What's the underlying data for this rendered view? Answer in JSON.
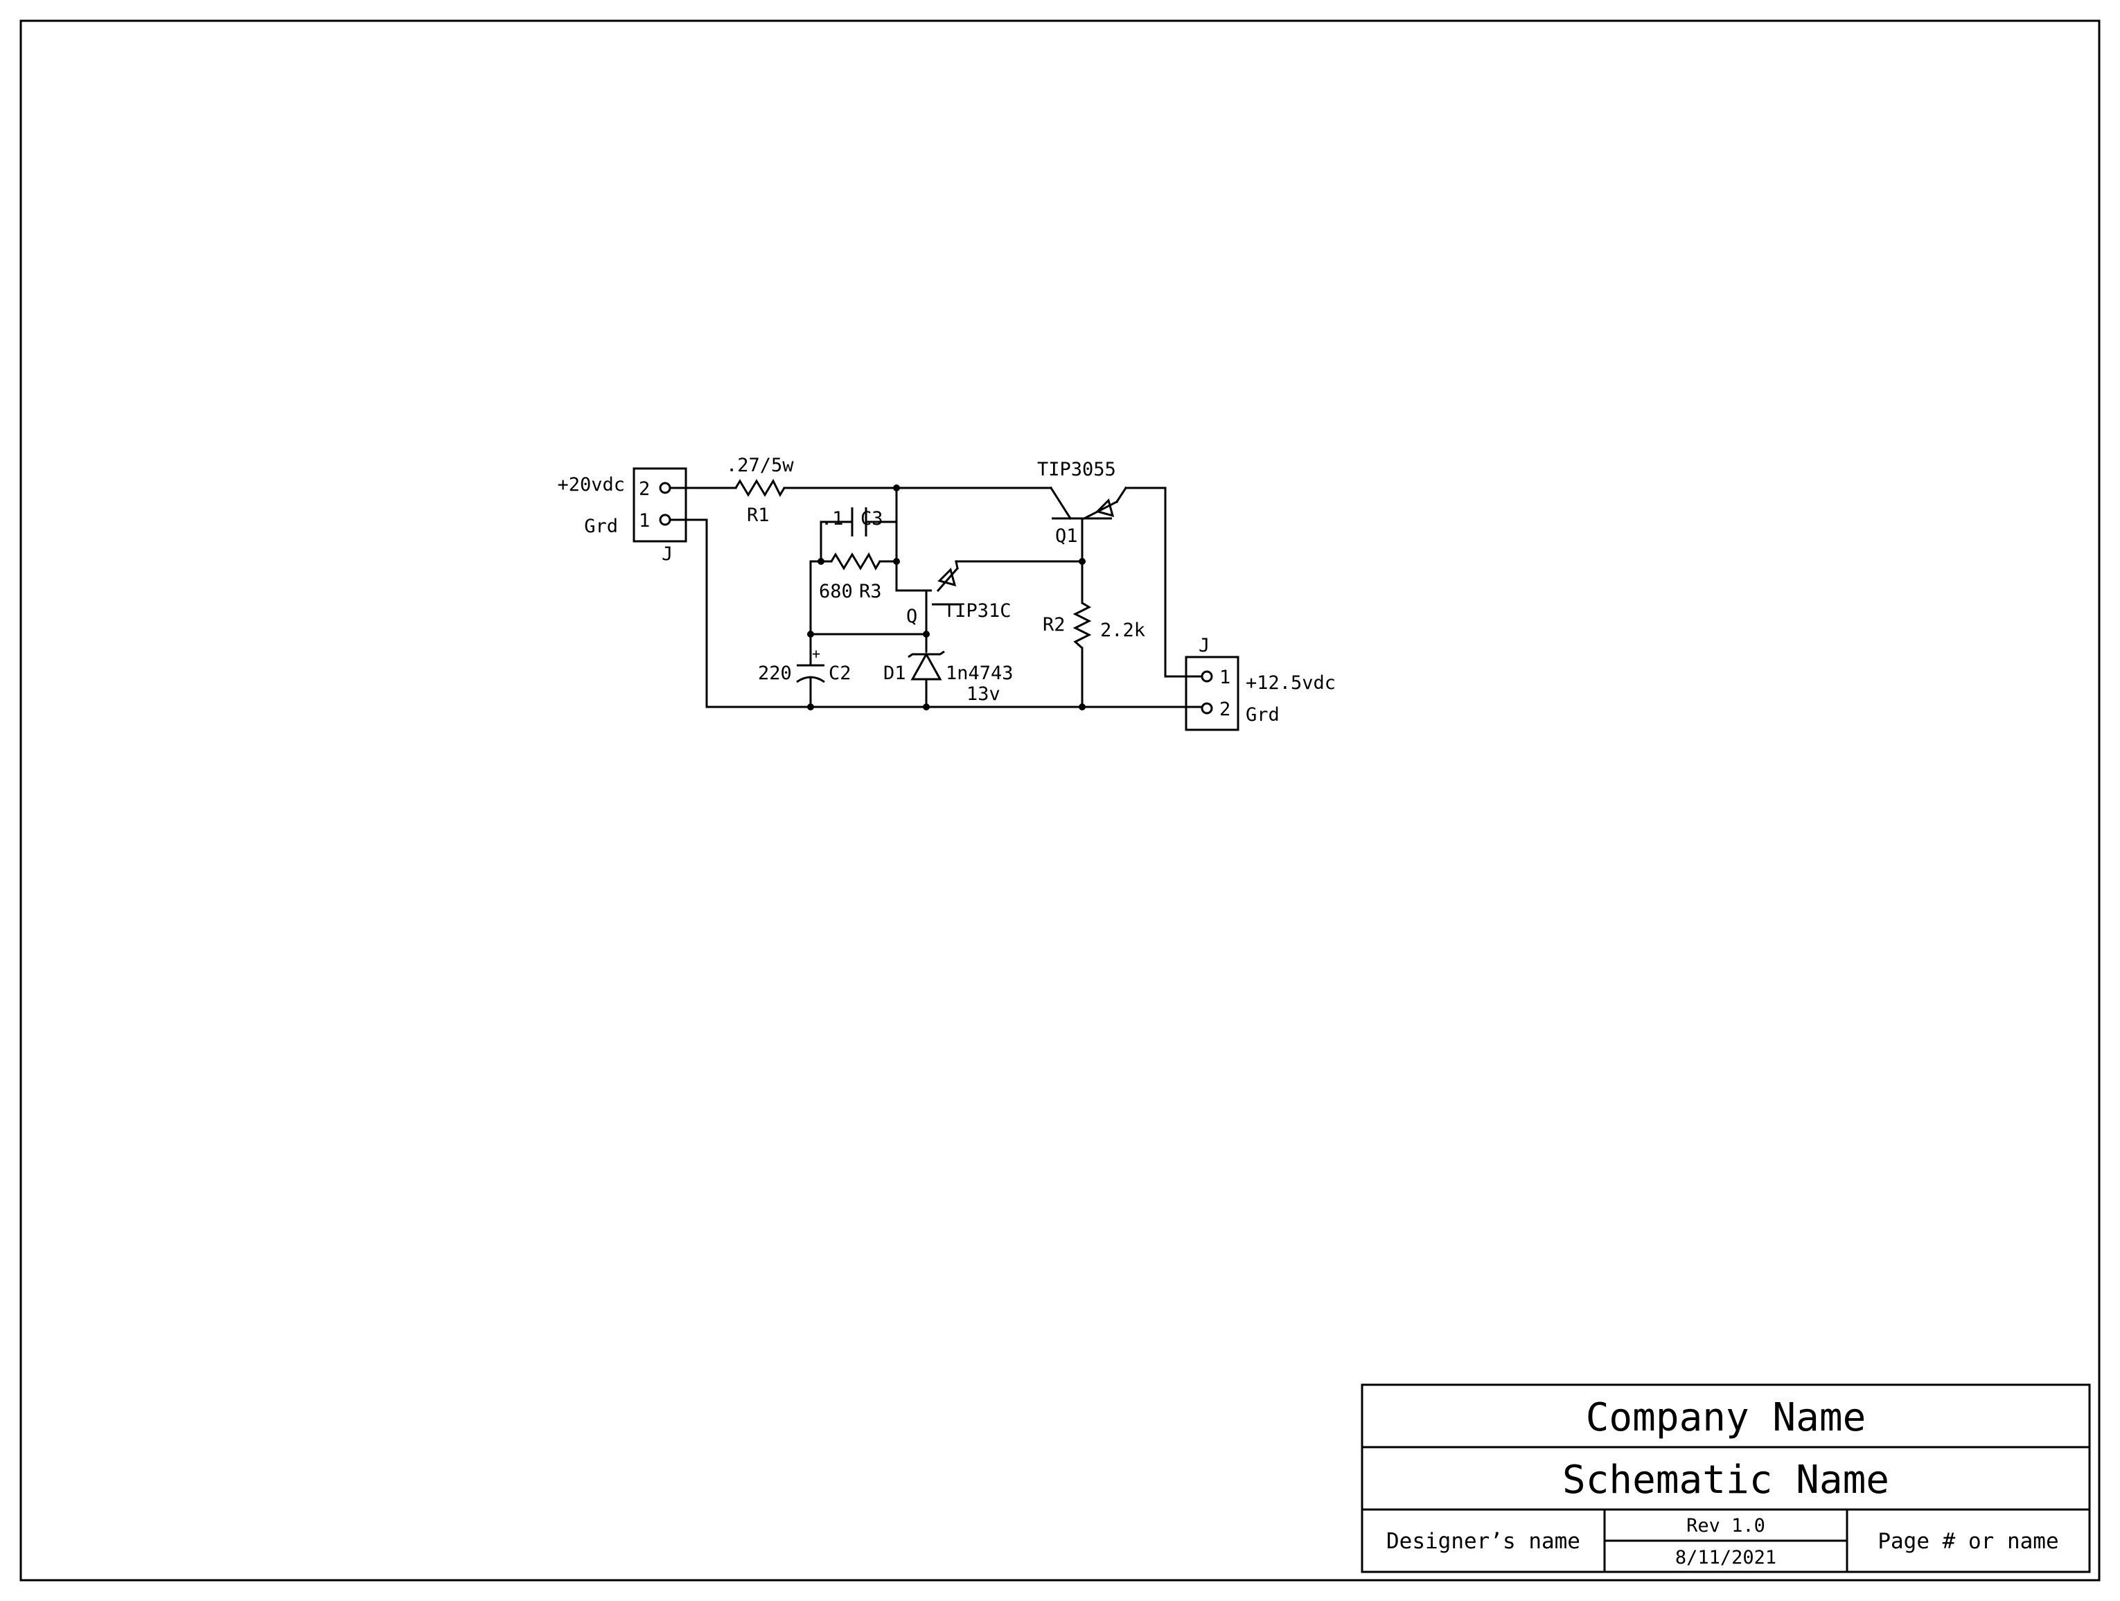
{
  "schematic": {
    "j_left": {
      "ref": "J",
      "pin2": "2",
      "pin1": "1",
      "pin2_net": "+20vdc",
      "pin1_net": "Grd"
    },
    "j_right": {
      "ref": "J",
      "pin1": "1",
      "pin2": "2",
      "pin1_net": "+12.5vdc",
      "pin2_net": "Grd"
    },
    "r1": {
      "value": ".27/5w",
      "ref": "R1"
    },
    "c3": {
      "value": ".1",
      "ref": "C3"
    },
    "r3": {
      "value": "680",
      "ref": "R3"
    },
    "q": {
      "ref": "Q",
      "part": "TIP31C"
    },
    "q1": {
      "ref": "Q1",
      "part": "TIP3055"
    },
    "r2": {
      "ref": "R2",
      "value": "2.2k"
    },
    "c2": {
      "value": "220",
      "ref": "C2",
      "polarity": "+"
    },
    "d1": {
      "ref": "D1",
      "part": "1n4743",
      "voltage": "13v"
    }
  },
  "title_block": {
    "company": "Company Name",
    "schematic_name": "Schematic Name",
    "designer": "Designer’s name",
    "rev": "Rev 1.0",
    "date": "8/11/2021",
    "page": "Page # or name"
  }
}
